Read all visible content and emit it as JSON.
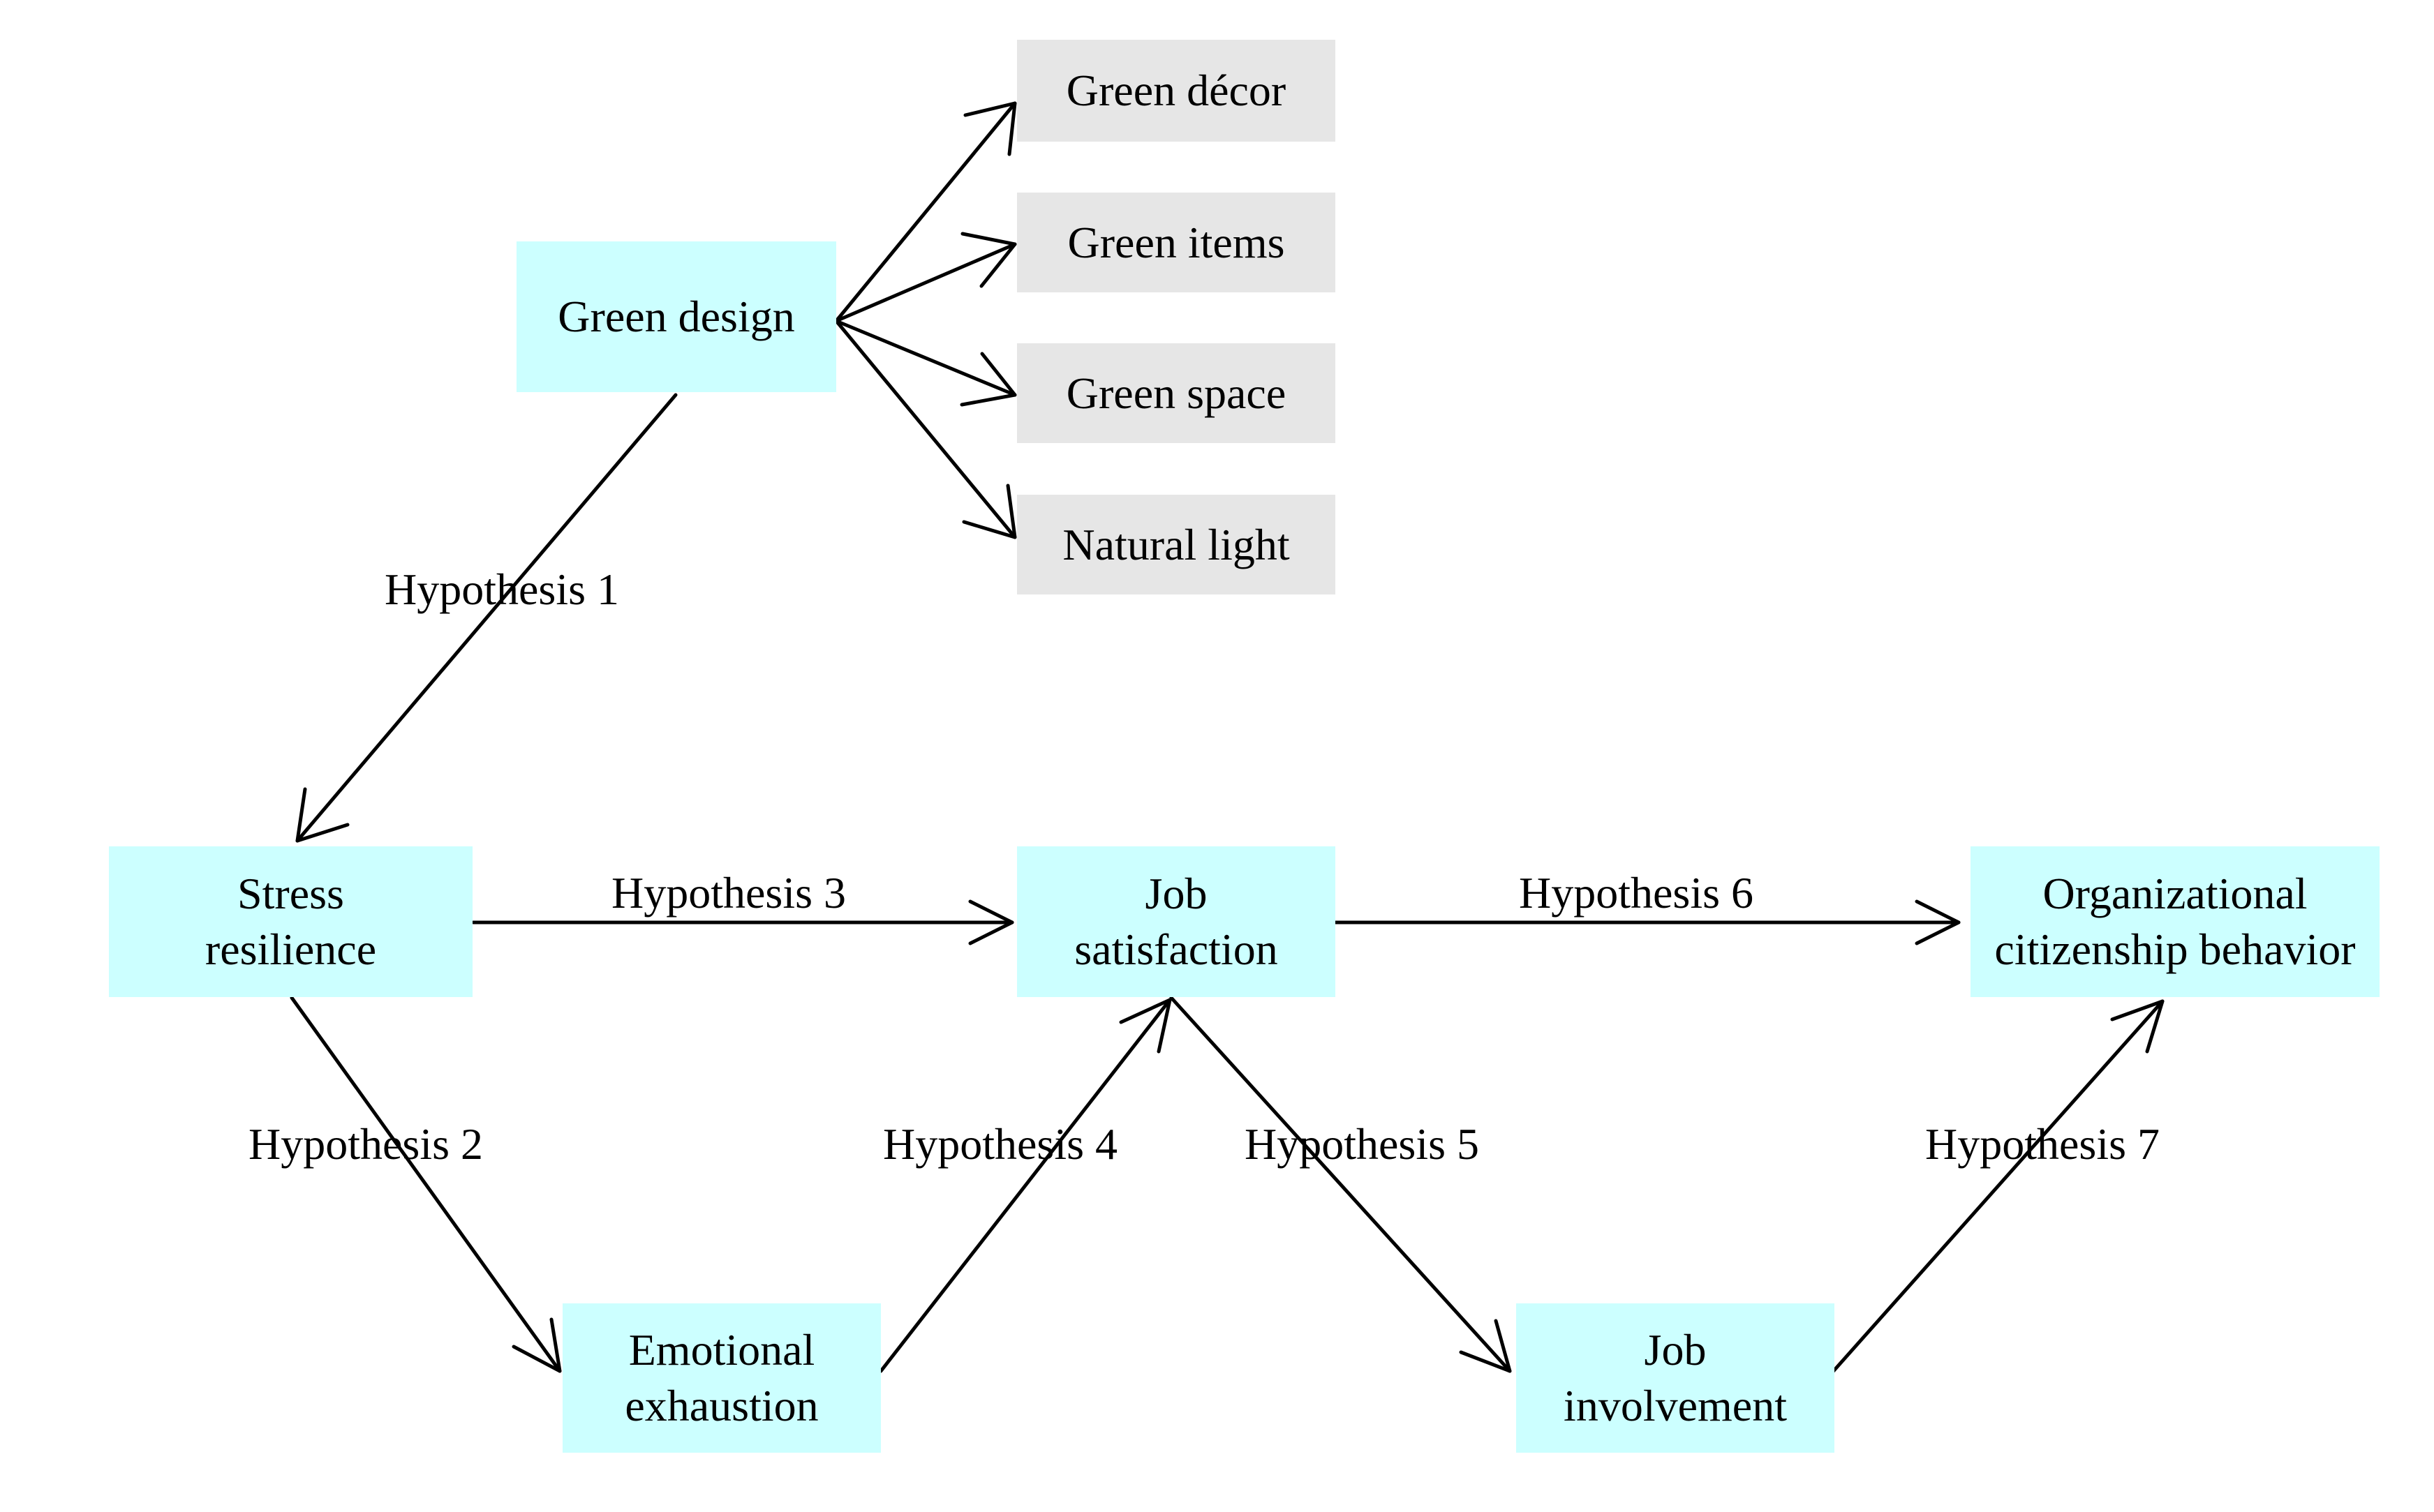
{
  "diagram": {
    "nodes": {
      "green_design": [
        "Green design"
      ],
      "green_decor": [
        "Green décor"
      ],
      "green_items": [
        "Green items"
      ],
      "green_space": [
        "Green space"
      ],
      "natural_light": [
        "Natural light"
      ],
      "stress_resilience": [
        "Stress",
        "resilience"
      ],
      "job_satisfaction": [
        "Job",
        "satisfaction"
      ],
      "ocb": [
        "Organizational",
        "citizenship behavior"
      ],
      "emotional_exhaustion": [
        "Emotional",
        "exhaustion"
      ],
      "job_involvement": [
        "Job",
        "involvement"
      ]
    },
    "hypotheses": {
      "h1": "Hypothesis 1",
      "h2": "Hypothesis 2",
      "h3": "Hypothesis 3",
      "h4": "Hypothesis 4",
      "h5": "Hypothesis 5",
      "h6": "Hypothesis 6",
      "h7": "Hypothesis 7"
    },
    "colors": {
      "construct_fill": "#ccffff",
      "dimension_fill": "#e6e6e6",
      "line": "#000000"
    }
  }
}
